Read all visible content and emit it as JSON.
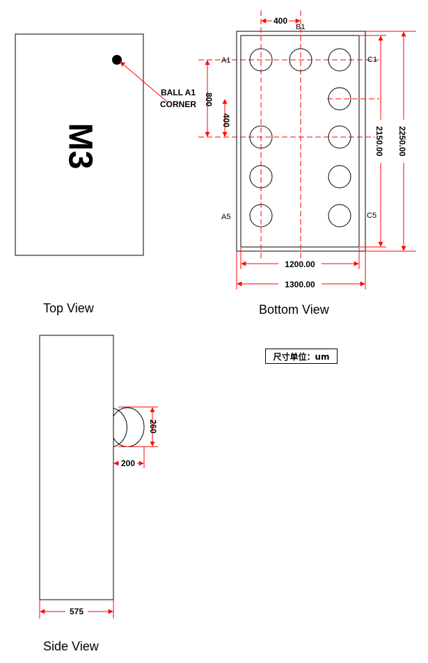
{
  "top_view": {
    "title": "Top View",
    "marking": "M3",
    "ball_label_line1": "BALL A1",
    "ball_label_line2": "CORNER"
  },
  "bottom_view": {
    "title": "Bottom View",
    "row_labels": {
      "a1": "A1",
      "b1": "B1",
      "c1": "C1",
      "a5": "A5",
      "c5": "C5"
    },
    "dims": {
      "pitch_horizontal": "400",
      "pitch_vertical": "400",
      "two_pitch": "800",
      "inner_height": "2150.00",
      "outer_height": "2250.00",
      "inner_width": "1200.00",
      "outer_width": "1300.00"
    }
  },
  "side_view": {
    "title": "Side View",
    "ball_diameter": "260",
    "ball_height": "200",
    "thickness": "575"
  },
  "unit_note": "尺寸单位：um",
  "colors": {
    "line": "#000000",
    "dimension": "#ff0000"
  }
}
